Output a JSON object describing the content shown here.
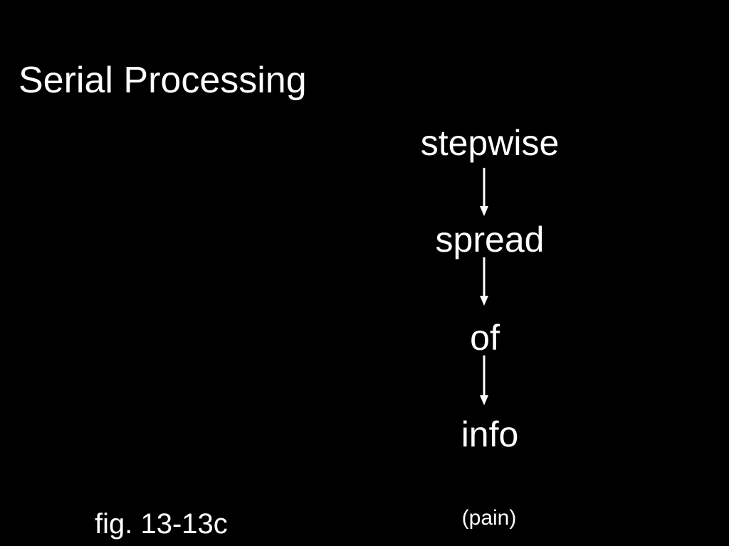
{
  "slide": {
    "title": "Serial Processing",
    "flow": [
      "stepwise",
      "spread",
      "of",
      "info"
    ],
    "figure_ref": "fig. 13-13c",
    "note": "(pain)",
    "colors": {
      "background": "#000000",
      "foreground": "#ffffff"
    }
  }
}
